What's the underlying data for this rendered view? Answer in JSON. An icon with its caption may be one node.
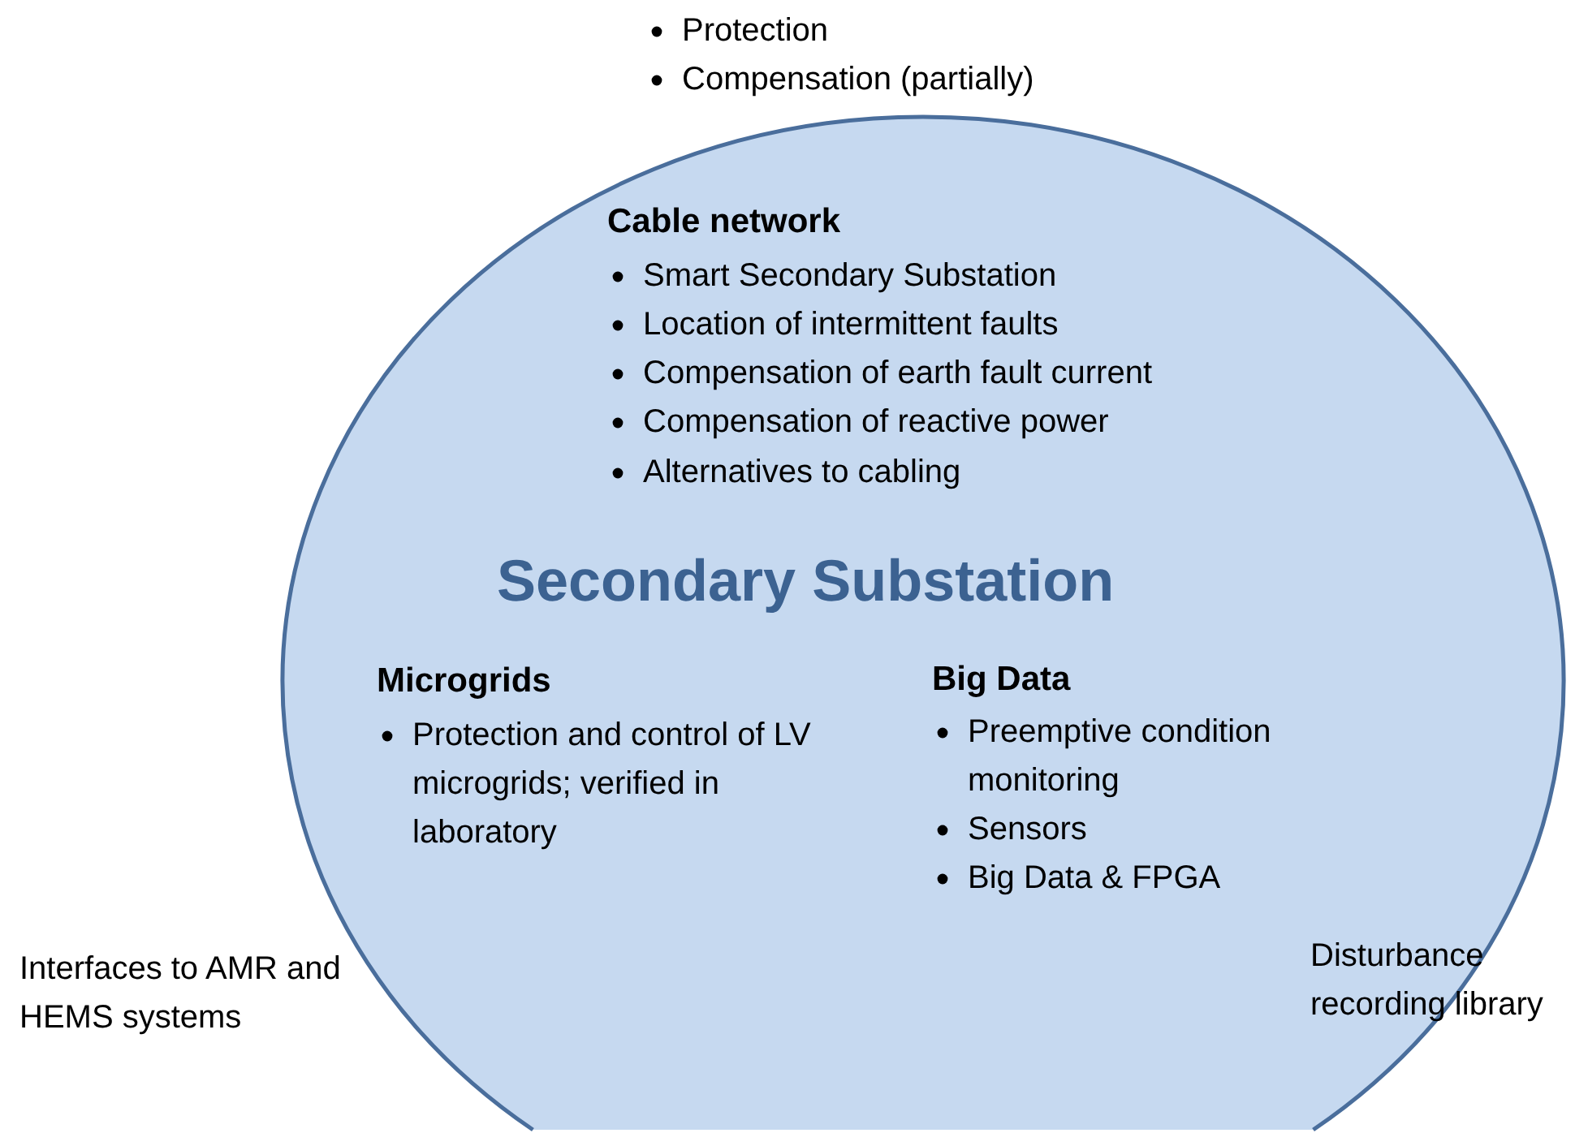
{
  "diagram": {
    "nodes": [
      {
        "text": [
          "Cable network",
          "Smart Secondary Substation",
          "Location of intermittent faults",
          "Compensation of earth fault current",
          "Compensation of reactive power",
          "Alternatives to cabling",
          "Secondary Substation",
          "Microgrids",
          "Protection and control of LV microgrids; verified in laboratory",
          "Big Data",
          "Preemptive condition monitoring",
          "Sensors",
          "Big Data & FPGA"
        ]
      }
    ],
    "edges": [],
    "labels": [
      "Protection",
      "Compensation (partially)",
      "Interfaces to AMR and HEMS systems",
      "Disturbance recording library"
    ]
  }
}
